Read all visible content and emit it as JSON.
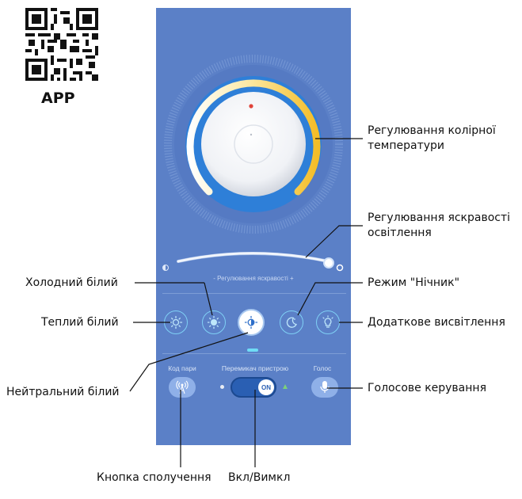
{
  "qr": {
    "label": "APP"
  },
  "app": {
    "brightness_label": "- Регулювання яскравості +",
    "pair_code_label": "Код пари",
    "device_switch_label": "Перемикач пристрою",
    "voice_label": "Голос",
    "toggle_text": "ON",
    "toggle_state": true,
    "brightness_level_fraction": 0.92
  },
  "callouts": {
    "color_temperature": [
      "Регулювання колірної",
      "температури"
    ],
    "brightness": [
      "Регулювання яскравості",
      "освітлення"
    ],
    "cold_white": "Холодний білий",
    "night_mode": "Режим \"Нічник\"",
    "warm_white": "Теплий білий",
    "extra_lighting": "Додаткове висвітлення",
    "neutral_white": "Нейтральний білий",
    "voice_control": "Голосове керування",
    "pair_button": "Кнопка сполучення",
    "on_off": "Вкл/Вимкл"
  },
  "icons": {
    "mode_buttons": [
      "warm-white-sun-icon",
      "cold-white-sun-icon",
      "neutral-white-sun-icon",
      "moon-night-icon",
      "bulb-extra-icon"
    ],
    "pair": "antenna-icon",
    "voice": "microphone-icon"
  },
  "colors": {
    "phone_bg": "#5b80c7",
    "ring_yellow": "#f5c13a",
    "ring_blue": "#2e7fd8",
    "accent_cyan": "#6fdcf5",
    "toggle_bg": "#2a5fb3"
  }
}
